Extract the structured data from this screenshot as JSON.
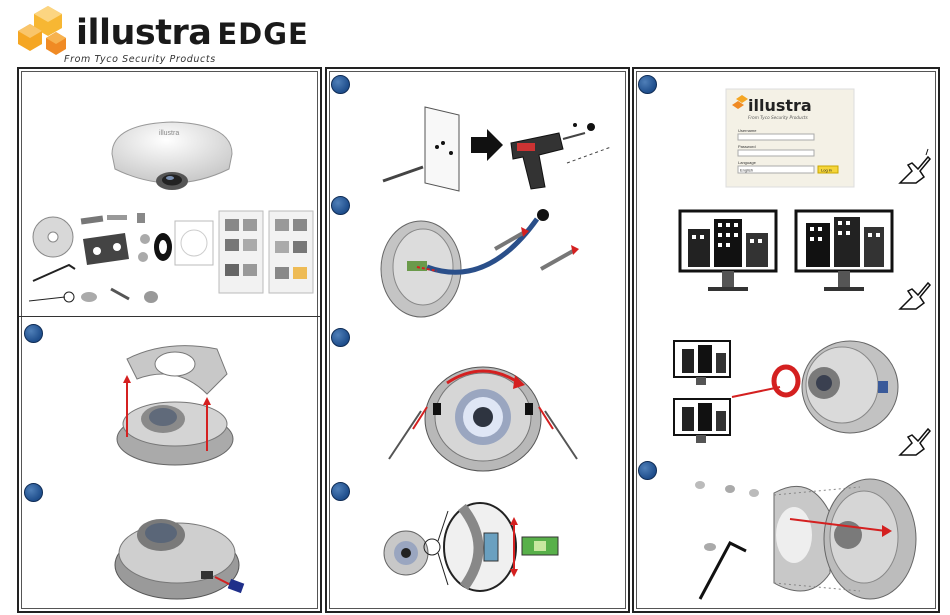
{
  "brand": {
    "name": "illustra",
    "product": "EDGE",
    "tagline": "From Tyco Security Products"
  },
  "login_screen": {
    "brand": "illustra",
    "tagline": "From Tyco Security Products",
    "username_label": "Username",
    "password_label": "Password",
    "language_label": "Language",
    "language_value": "English",
    "login_button": "Log in"
  },
  "camera_label": "illustra",
  "colors": {
    "step_badge": "#1f4e8c",
    "arrow_red": "#d42020",
    "cable_blue": "#2a4f8a",
    "logo_orange": "#f5a623"
  }
}
